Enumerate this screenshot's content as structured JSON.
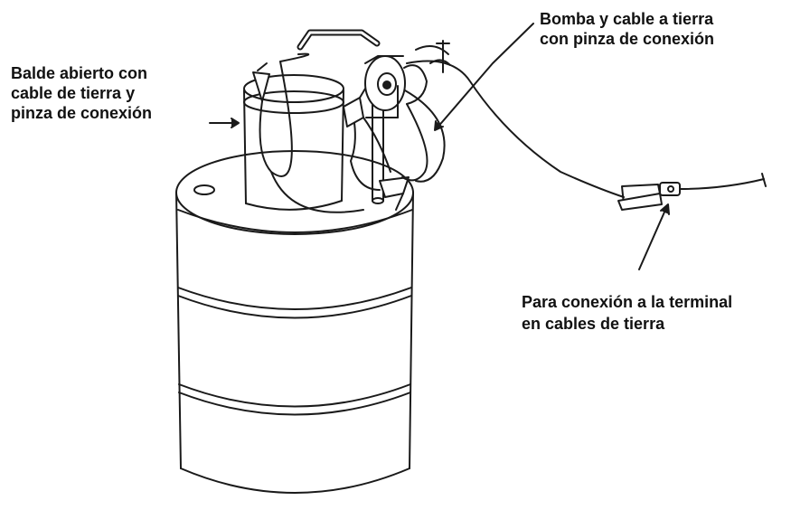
{
  "labels": {
    "bucket": {
      "lines": [
        "Balde abierto con",
        "cable de tierra y",
        "pinza de conexión"
      ]
    },
    "pump": {
      "lines": [
        "Bomba y cable a tierra",
        "con pinza de conexión"
      ]
    },
    "terminal": {
      "lines": [
        "Para conexión a la terminal",
        "en cables de tierra"
      ]
    }
  },
  "colors": {
    "stroke": "#1a1a1a",
    "background": "#ffffff",
    "text": "#111111"
  },
  "icons": {
    "drum": "steel-drum",
    "bucket": "open-bucket",
    "pump": "hand-pump",
    "clamp": "alligator-clamp"
  }
}
